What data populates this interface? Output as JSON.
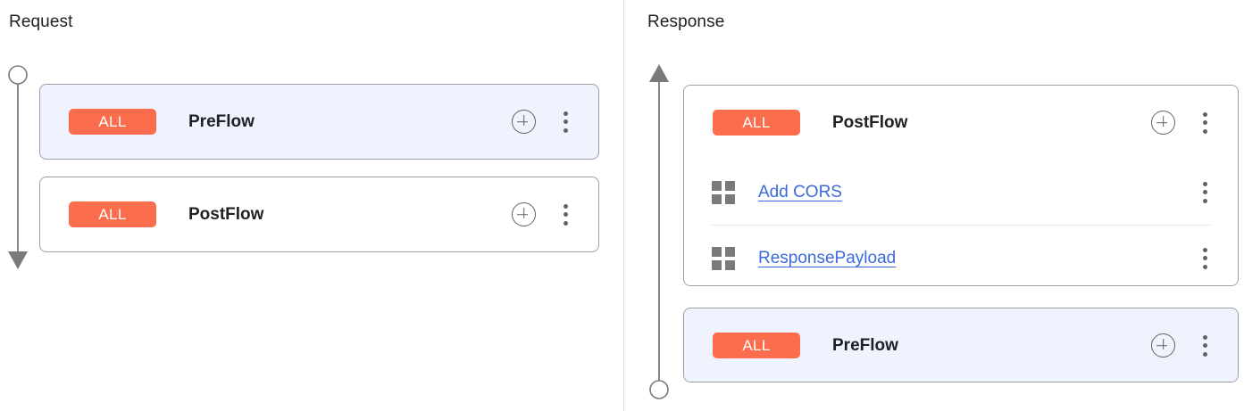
{
  "panes": {
    "request": {
      "title": "Request",
      "arrow": {
        "direction": "down",
        "endpoint_marker": "circle-top"
      },
      "cards": [
        {
          "name": "request-preflow",
          "selected": true,
          "rows": [
            {
              "type": "flow",
              "badge": "ALL",
              "label": "PreFlow",
              "actions": [
                "add-icon",
                "more-options-icon"
              ]
            }
          ]
        },
        {
          "name": "request-postflow",
          "selected": false,
          "rows": [
            {
              "type": "flow",
              "badge": "ALL",
              "label": "PostFlow",
              "actions": [
                "add-icon",
                "more-options-icon"
              ]
            }
          ]
        }
      ]
    },
    "response": {
      "title": "Response",
      "arrow": {
        "direction": "up",
        "endpoint_marker": "circle-bottom"
      },
      "cards": [
        {
          "name": "response-postflow",
          "selected": false,
          "rows": [
            {
              "type": "flow",
              "badge": "ALL",
              "label": "PostFlow",
              "actions": [
                "add-icon",
                "more-options-icon"
              ]
            },
            {
              "type": "policy",
              "icon": "grid-icon",
              "label": "Add CORS",
              "actions": [
                "more-options-icon"
              ]
            },
            {
              "type": "policy",
              "icon": "grid-icon",
              "label": "ResponsePayload",
              "actions": [
                "more-options-icon"
              ]
            }
          ]
        },
        {
          "name": "response-preflow",
          "selected": true,
          "rows": [
            {
              "type": "flow",
              "badge": "ALL",
              "label": "PreFlow",
              "actions": [
                "add-icon",
                "more-options-icon"
              ]
            }
          ]
        }
      ]
    }
  },
  "colors": {
    "badge_background": "#fb6d4c",
    "badge_text": "#ffffff",
    "selected_card_background": "#eef3fd",
    "card_border": "#9aa0a6",
    "link": "#3b6bdb",
    "arrow": "#7a7a7a",
    "icon": "#5f6368",
    "grid_icon": "#7a7a7a",
    "divider": "#e0e0e0"
  }
}
